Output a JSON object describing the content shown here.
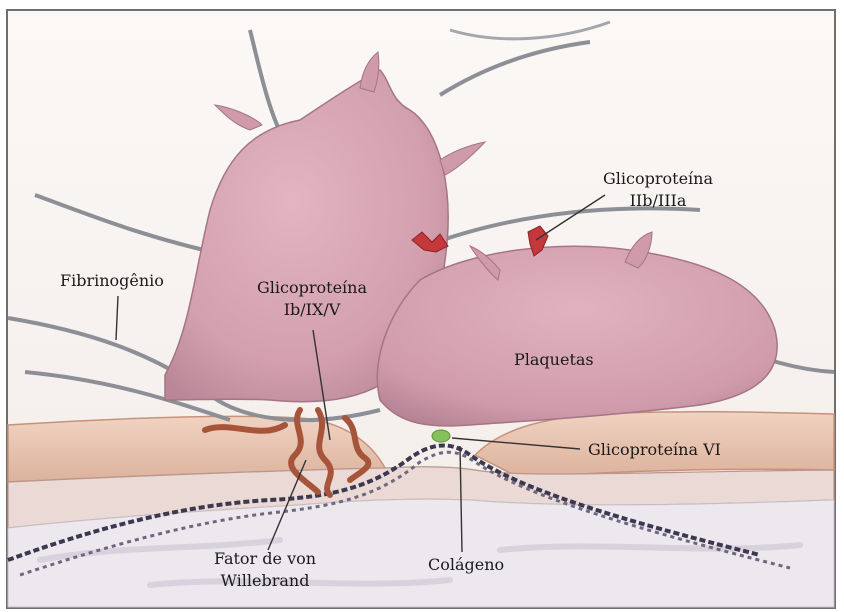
{
  "labels": {
    "fibrinogen": "Fibrinogênio",
    "gp_ib_ix_v_line1": "Glicoproteína",
    "gp_ib_ix_v_line2": "Ib/IX/V",
    "gp_iib_iiia_line1": "Glicoproteína",
    "gp_iib_iiia_line2": "IIb/IIIa",
    "platelets": "Plaquetas",
    "gp_vi": "Glicoproteína VI",
    "vwf_line1": "Fator de von",
    "vwf_line2": "Willebrand",
    "collagen": "Colágeno"
  },
  "colors": {
    "platelet_fill": "#d9a4b3",
    "platelet_shadow": "#b98797",
    "vessel_wall": "#e8c4b0",
    "subendothelium": "#ece8ee",
    "fibrinogen_strand": "#8d8f96",
    "vwf": "#a6543a",
    "gp_iib_iiia": "#c4373a",
    "gp_vi": "#86c25a",
    "collagen": "#3c3850",
    "frame": "#6f6f6f"
  }
}
